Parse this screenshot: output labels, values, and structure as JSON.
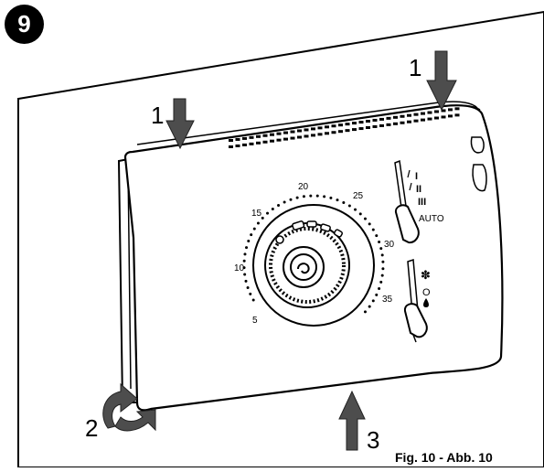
{
  "badge": {
    "number": "9"
  },
  "caption": "Fig. 10 - Abb. 10",
  "callouts": {
    "top_left": "1",
    "top_right": "1",
    "hinge": "2",
    "bottom": "3"
  },
  "dial": {
    "labels": [
      "5",
      "10",
      "15",
      "20",
      "25",
      "30",
      "35"
    ]
  },
  "switch_top": {
    "positions": [
      "I",
      "II",
      "III",
      "AUTO"
    ]
  },
  "switch_bottom": {
    "positions": [
      "O"
    ],
    "icons": [
      "snowflake-icon",
      "water-drop-icon"
    ]
  },
  "colors": {
    "line": "#000000",
    "background": "#ffffff",
    "device_fill": "#ffffff"
  }
}
